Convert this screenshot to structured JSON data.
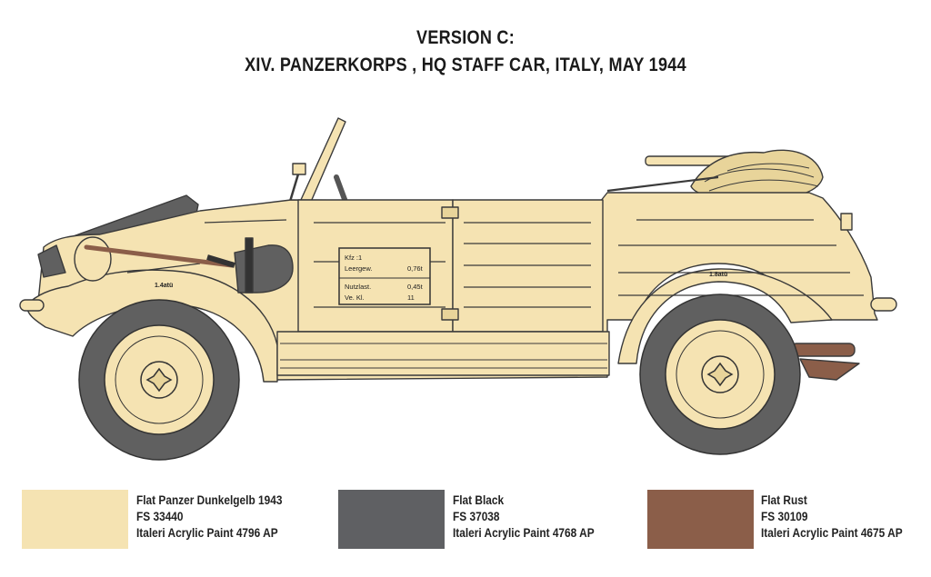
{
  "header": {
    "version": "VERSION C:",
    "subtitle": "XIV. PANZERKORPS , HQ STAFF CAR, ITALY,  MAY 1944"
  },
  "vehicle": {
    "plate": {
      "kfz": "Kfz :1",
      "leergew_label": "Leergew.",
      "leergew_value": "0,76t",
      "nutzlast_label": "Nutzlast.",
      "nutzlast_value": "0,45t",
      "vekl_label": "Ve. Kl.",
      "vekl_value": "11"
    },
    "front_tire_marking": "1.4atü",
    "rear_tire_marking": "1.8atü"
  },
  "paints": [
    {
      "name": "Flat Panzer Dunkelgelb 1943",
      "fs": "FS 33440",
      "ref": "Italeri Acrylic Paint 4796 AP",
      "color": "#f5e3b2"
    },
    {
      "name": "Flat Black",
      "fs": "FS 37038",
      "ref": "Italeri Acrylic Paint 4768 AP",
      "color": "#5f6063"
    },
    {
      "name": "Flat Rust",
      "fs": "FS 30109",
      "ref": "Italeri Acrylic Paint 4675 AP",
      "color": "#8b5e49"
    }
  ],
  "colors": {
    "body": "#f5e3b2",
    "outline": "#3a3a3a",
    "tire": "#606060",
    "rust": "#8b5e49"
  }
}
